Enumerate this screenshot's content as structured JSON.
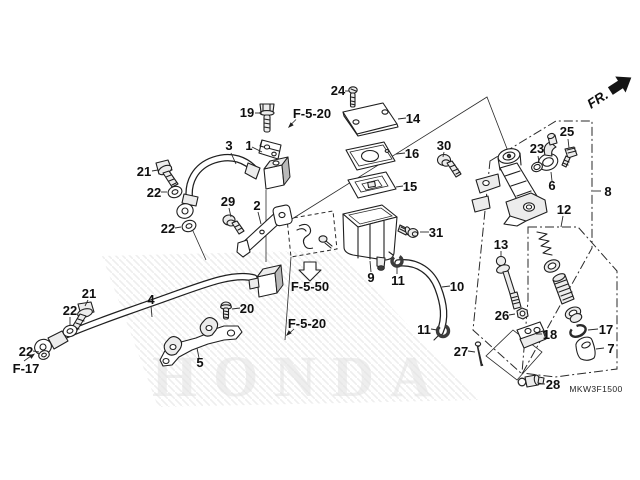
{
  "diagram": {
    "code": "MKW3F1500",
    "fr_label": "FR.",
    "refs": {
      "f520_top": "F-5-20",
      "f550": "F-5-50",
      "f520_bottom": "F-5-20",
      "f17": "F-17"
    },
    "callouts": {
      "n19": "19",
      "n1": "1",
      "n3": "3",
      "n21a": "21",
      "n22a": "22",
      "n29": "29",
      "n2": "2",
      "n22b": "22",
      "n24": "24",
      "n14": "14",
      "n16": "16",
      "n15": "15",
      "n30": "30",
      "n31": "31",
      "n9": "9",
      "n11a": "11",
      "n10": "10",
      "n23": "23",
      "n25": "25",
      "n6": "6",
      "n8": "8",
      "n12": "12",
      "n13": "13",
      "n26": "26",
      "n18": "18",
      "n17": "17",
      "n7": "7",
      "n27": "27",
      "n11b": "11",
      "n28": "28",
      "n21b": "21",
      "n22c": "22",
      "n4": "4",
      "n20": "20",
      "n5": "5",
      "n22d": "22"
    }
  },
  "watermark": {
    "text": "HONDA"
  },
  "colors": {
    "line": "#1f1f1f",
    "label": "#0f0f0f",
    "watermark": "#e4e4e4"
  }
}
